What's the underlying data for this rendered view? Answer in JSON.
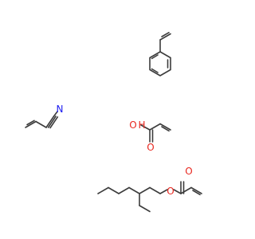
{
  "colors": {
    "bond": "#3c3c3c",
    "nitrogen": "#1c1cf0",
    "oxygen": "#e8271f"
  },
  "molecules": [
    {
      "name": "styrene",
      "atom_labels": []
    },
    {
      "name": "acrylonitrile",
      "atom_labels": [
        {
          "text": "N",
          "element": "nitrogen"
        }
      ]
    },
    {
      "name": "acrylic-acid",
      "atom_labels": [
        {
          "text": "O",
          "element": "oxygen"
        },
        {
          "text": "O",
          "element": "oxygen"
        }
      ]
    },
    {
      "name": "2-ethylhexyl-acrylate",
      "atom_labels": [
        {
          "text": "O",
          "element": "oxygen"
        },
        {
          "text": "O",
          "element": "oxygen"
        }
      ]
    }
  ]
}
